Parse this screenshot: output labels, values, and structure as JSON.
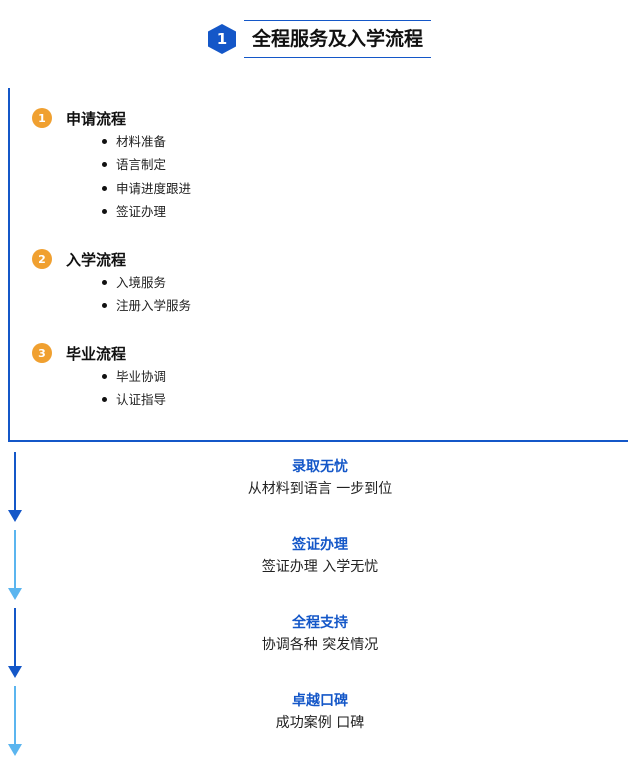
{
  "header": {
    "badge": "1",
    "title": "全程服务及入学流程"
  },
  "colors": {
    "accent": "#1457c8",
    "accent_light": "#5bb5ef",
    "badge": "#f0a030"
  },
  "sections": [
    {
      "num": "1",
      "title": "申请流程",
      "items": [
        "材料准备",
        "语言制定",
        "申请进度跟进",
        "签证办理"
      ]
    },
    {
      "num": "2",
      "title": "入学流程",
      "items": [
        "入境服务",
        "注册入学服务"
      ]
    },
    {
      "num": "3",
      "title": "毕业流程",
      "items": [
        "毕业协调",
        "认证指导"
      ]
    }
  ],
  "features": [
    {
      "title": "录取无忧",
      "desc": "从材料到语言 一步到位"
    },
    {
      "title": "签证办理",
      "desc": "签证办理 入学无忧"
    },
    {
      "title": "全程支持",
      "desc": "协调各种 突发情况"
    },
    {
      "title": "卓越口碑",
      "desc": "成功案例 口碑"
    }
  ]
}
